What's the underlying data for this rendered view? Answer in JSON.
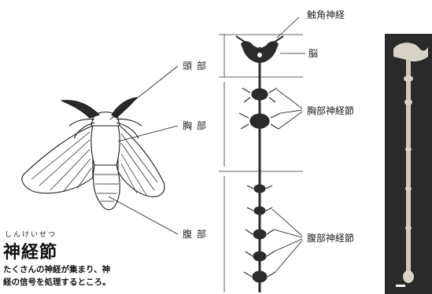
{
  "labels": {
    "antennal_nerve": "触角神経",
    "brain": "脳",
    "head": "頭部",
    "thorax": "胸部",
    "abdomen": "腹部",
    "thoracic_ganglia": "胸部神経節",
    "abdominal_ganglia": "腹部神経節"
  },
  "definition": {
    "ruby": "しんけいせつ",
    "term": "神経節",
    "text_line1": "たくさんの神経が集まり、神",
    "text_line2": "経の信号を処理するところ。"
  },
  "colors": {
    "nerve": "#2b2b2b",
    "photo_bg": "#2a2a2a",
    "photo_cord": "#d8d3c6"
  }
}
